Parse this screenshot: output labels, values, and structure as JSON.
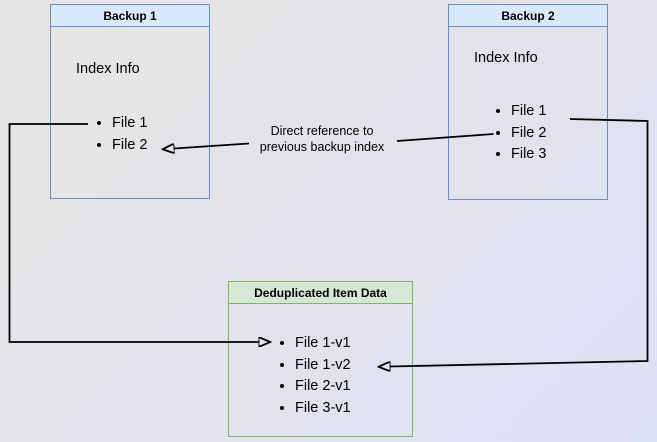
{
  "diagram": {
    "boxes": {
      "backup1": {
        "title": "Backup 1",
        "subtitle": "Index Info",
        "items": [
          "File 1",
          "File 2"
        ]
      },
      "backup2": {
        "title": "Backup 2",
        "subtitle": "Index Info",
        "items": [
          "File 1",
          "File 2",
          "File 3"
        ]
      },
      "dedup": {
        "title": "Deduplicated Item Data",
        "items": [
          "File 1-v1",
          "File 1-v2",
          "File 2-v1",
          "File 3-v1"
        ]
      }
    },
    "annotations": {
      "direct_reference": {
        "line1": "Direct reference to",
        "line2": "previous backup index"
      }
    },
    "edges": [
      {
        "from": "Backup 1 / File 1",
        "to": "Deduplicated Item Data / File 1-v1",
        "label": ""
      },
      {
        "from": "Backup 2 / File 2",
        "to": "Backup 1 / File 2",
        "label": "Direct reference to previous backup index"
      },
      {
        "from": "Backup 2 / File 1",
        "to": "Deduplicated Item Data / File 1-v2",
        "label": ""
      }
    ],
    "colors": {
      "blue_header_fill": "#dae8fc",
      "blue_border": "#6c8ebf",
      "green_header_fill": "#d5e8d4",
      "green_border": "#82b366",
      "arrow": "#000000",
      "background_top_left": "#e7e5e3",
      "background_bottom_right": "#dde1f6"
    }
  }
}
